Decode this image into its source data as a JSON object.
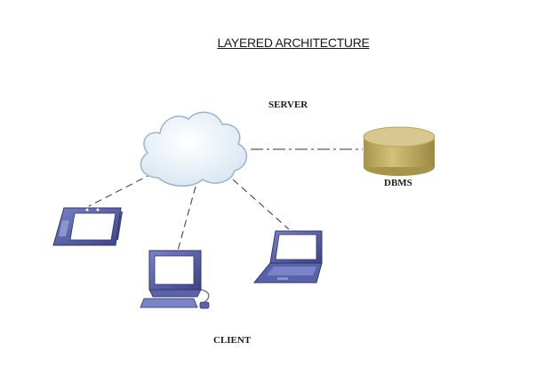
{
  "title": "LAYERED ARCHITECTURE",
  "labels": {
    "server": "SERVER",
    "dbms": "DBMS",
    "client": "CLIENT"
  },
  "nodes": {
    "cloud": "cloud-icon",
    "database": "database-cylinder-icon",
    "tablet": "tablet-icon",
    "desktop": "desktop-computer-icon",
    "laptop": "laptop-icon"
  },
  "colors": {
    "cloud_fill": "#eef4fa",
    "cloud_stroke": "#9fb3c8",
    "db_top": "#d8c890",
    "db_body": "#b9a55e",
    "device_body": "#5a62a8",
    "device_dark": "#3c4385",
    "screen": "#ffffff",
    "connector": "#333333"
  }
}
